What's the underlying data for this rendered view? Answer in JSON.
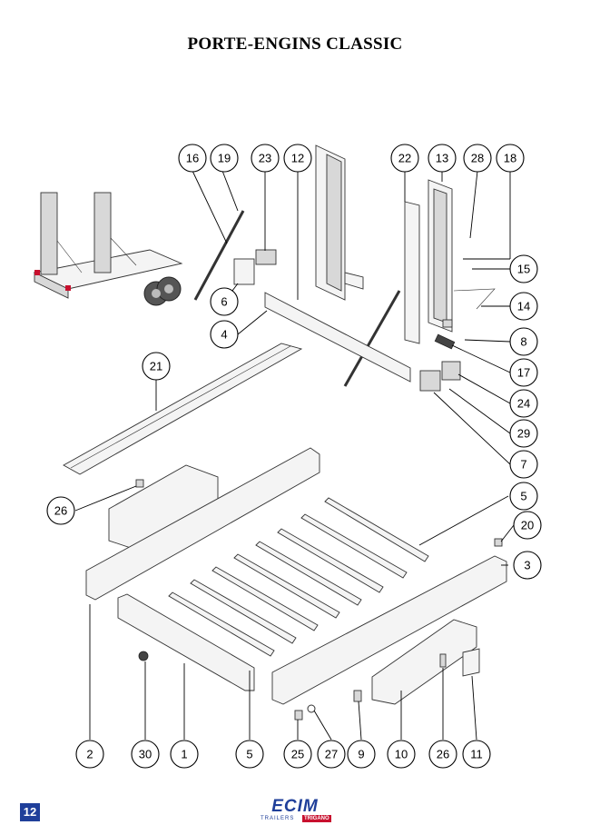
{
  "title": "PORTE-ENGINS CLASSIC",
  "page_number": "12",
  "logo": {
    "name": "ECIM",
    "tagline": "TRAILERS",
    "brand": "TRIGANO",
    "color": "#1f3f9a",
    "brand_color": "#c8102e"
  },
  "callouts": [
    "16",
    "19",
    "23",
    "12",
    "22",
    "13",
    "28",
    "18",
    "15",
    "14",
    "6",
    "4",
    "8",
    "17",
    "24",
    "29",
    "7",
    "21",
    "5",
    "20",
    "3",
    "26",
    "2",
    "30",
    "1",
    "5",
    "25",
    "27",
    "9",
    "10",
    "26",
    "11"
  ]
}
